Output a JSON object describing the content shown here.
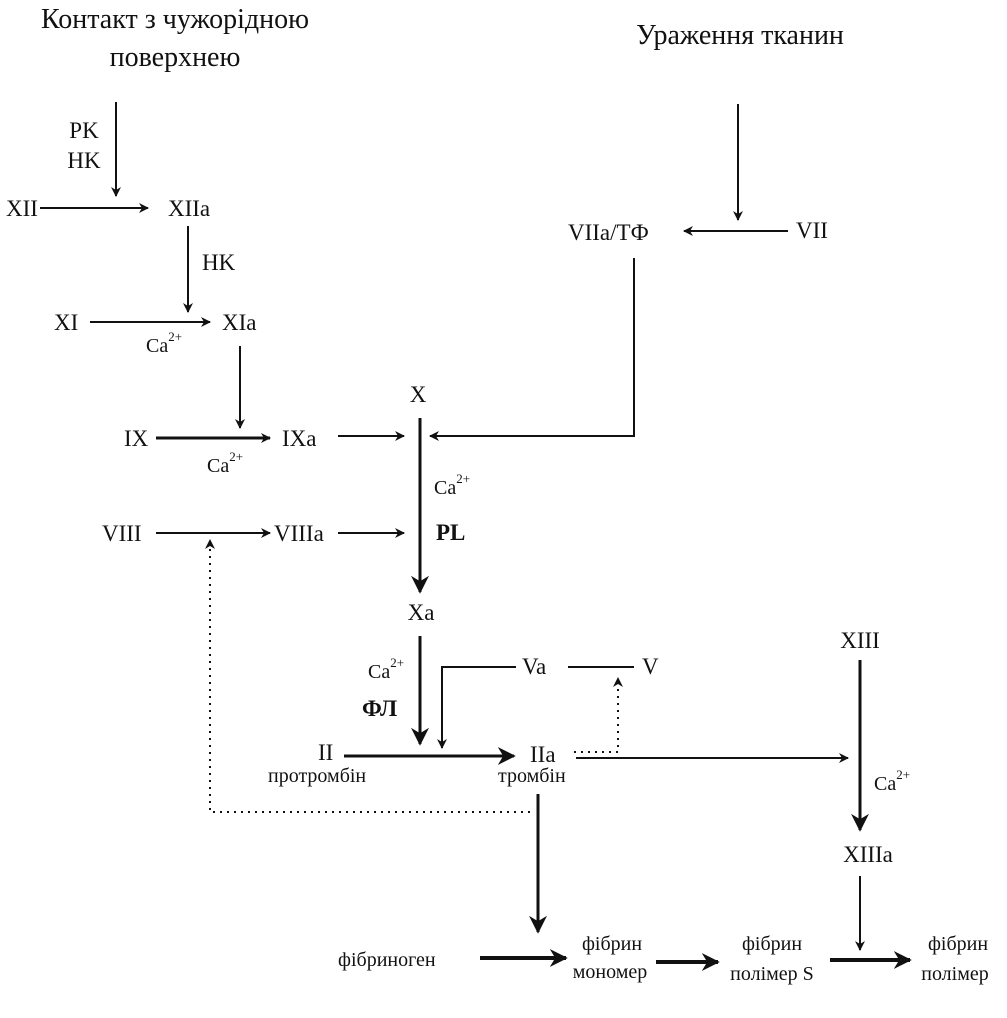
{
  "headings": {
    "contact_line1": "Контакт з чужорідною",
    "contact_line2": "поверхнею",
    "tissue": "Ураження тканин"
  },
  "labels": {
    "pk": "PK",
    "hk1": "HK",
    "xii": "XII",
    "xiia": "XIIa",
    "hk2": "HK",
    "xi": "XI",
    "xia": "XIa",
    "ix": "IX",
    "ixa": "IXa",
    "viii": "VIII",
    "viiia": "VIIIa",
    "x": "X",
    "xa": "Xa",
    "pl": "PL",
    "vii": "VII",
    "viia_tf": "VIIa/TФ",
    "va": "Va",
    "v": "V",
    "fl": "ФЛ",
    "ii": "II",
    "prothrombin": "протромбін",
    "iia": "IIa",
    "thrombin": "тромбін",
    "xiii": "XIII",
    "xiiia": "XIIIa",
    "fibrinogen": "фібриноген",
    "fibrin_monomer_1": "фібрин",
    "fibrin_monomer_2": "мономер",
    "fibrin_polymer_s_1": "фібрин",
    "fibrin_polymer_s_2": "полімер S",
    "fibrin_polymer_1": "фібрин",
    "fibrin_polymer_2": "полімер"
  },
  "calcium": {
    "base": "Ca",
    "charge": "2+"
  },
  "colors": {
    "ink": "#111111",
    "background": "#ffffff"
  }
}
